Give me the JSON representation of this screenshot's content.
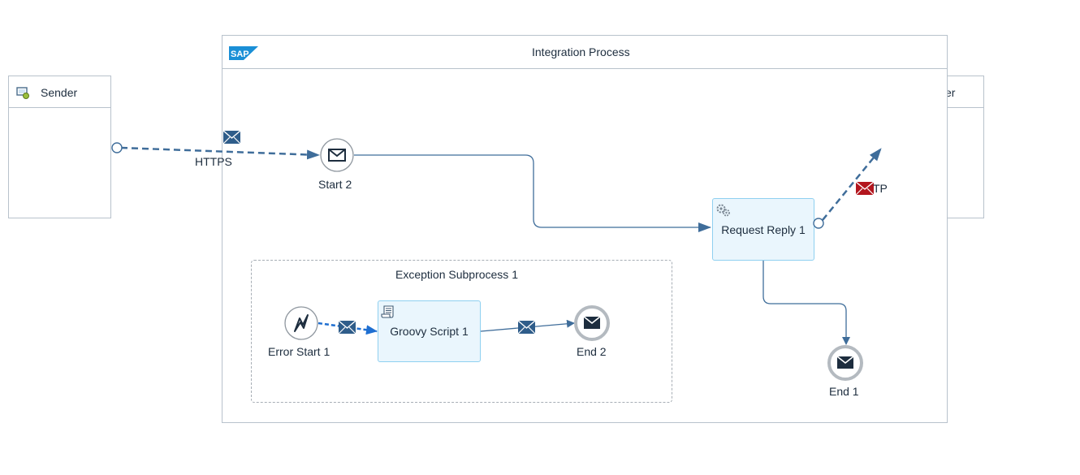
{
  "participants": {
    "sender": {
      "label": "Sender"
    },
    "receiver": {
      "label_fragment": "er"
    }
  },
  "integration_process": {
    "title": "Integration Process",
    "logo_text": "SAP"
  },
  "events": {
    "start2": {
      "label": "Start 2"
    },
    "end1": {
      "label": "End 1"
    },
    "end2": {
      "label": "End 2"
    },
    "error_start1": {
      "label": "Error Start 1"
    }
  },
  "tasks": {
    "request_reply1": {
      "label": "Request Reply 1"
    },
    "groovy_script1": {
      "label": "Groovy Script 1"
    }
  },
  "subprocess": {
    "title": "Exception Subprocess 1"
  },
  "connections": {
    "https": {
      "label": "HTTPS"
    },
    "receiver_adapter": {
      "label_fragment": "TP"
    }
  },
  "colors": {
    "flow": "#3f6d9a",
    "border": "#b8c2cc",
    "task_fill": "#eaf6fd",
    "task_border": "#8fd0f0",
    "error_envelope": "#b3161e"
  }
}
